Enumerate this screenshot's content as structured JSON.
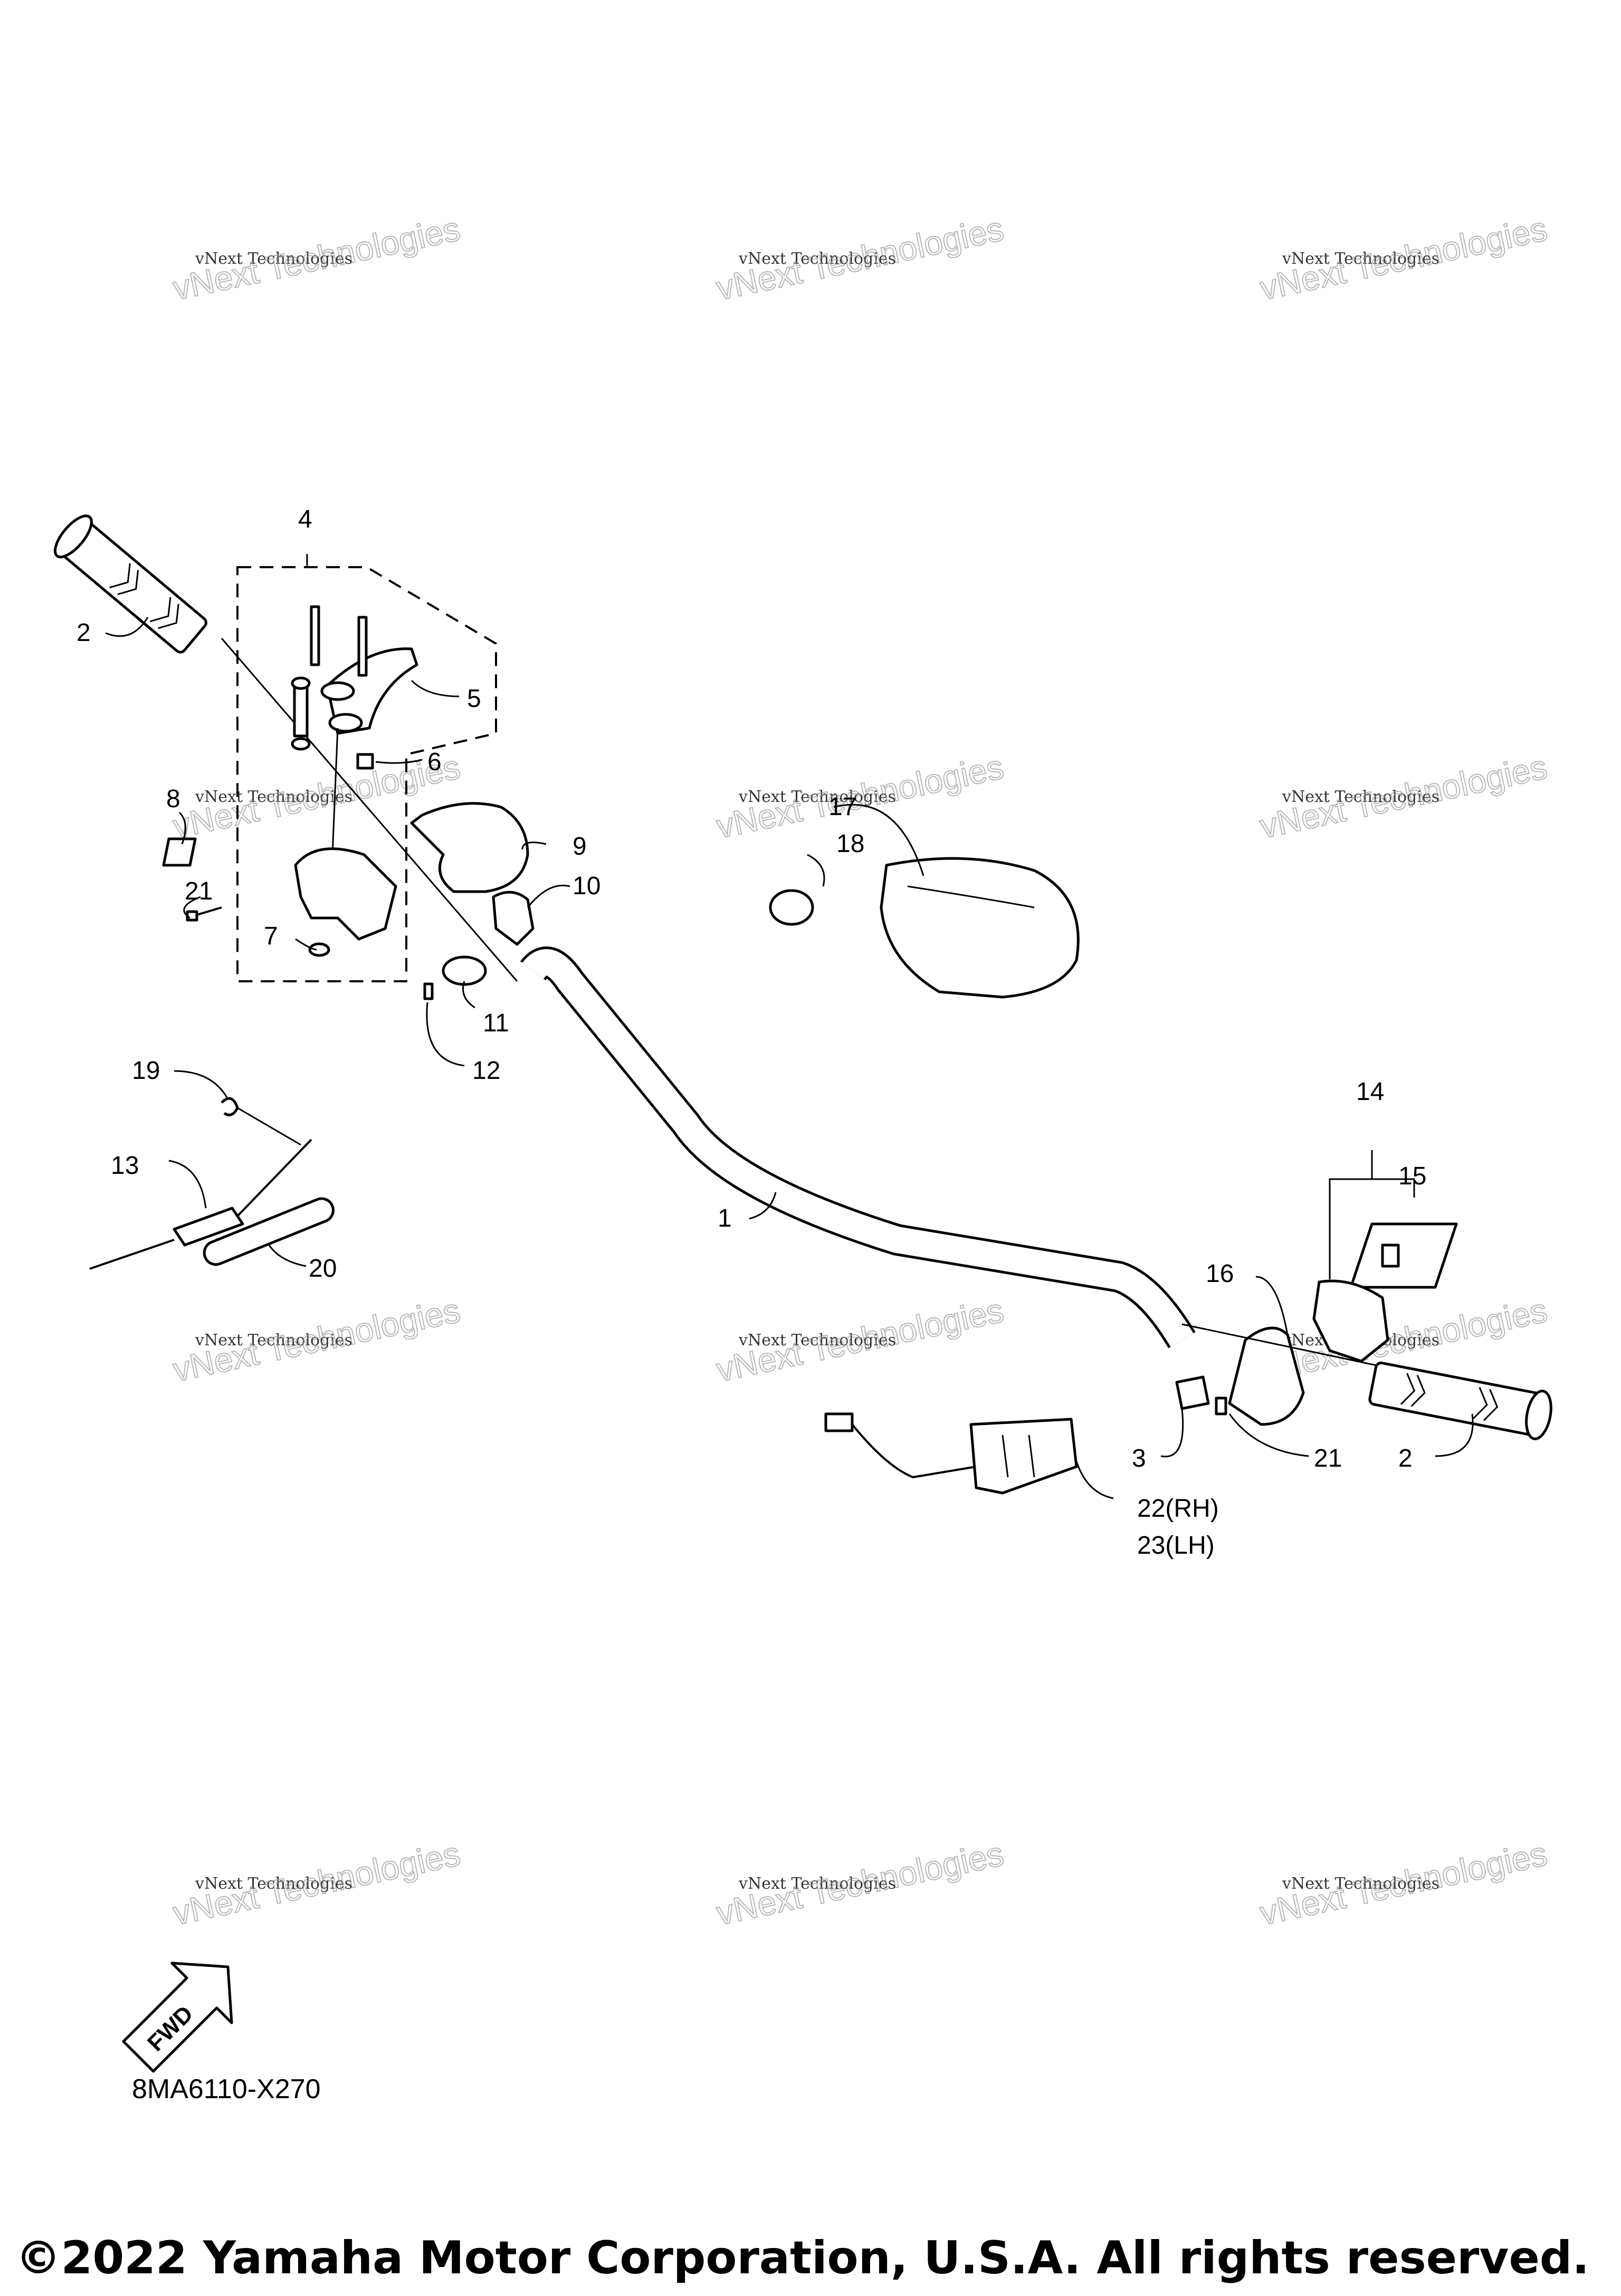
{
  "callouts": [
    "1",
    "2",
    "2",
    "3",
    "4",
    "5",
    "6",
    "7",
    "8",
    "9",
    "10",
    "11",
    "12",
    "13",
    "14",
    "15",
    "16",
    "17",
    "18",
    "19",
    "20",
    "21",
    "21",
    "22(RH)",
    "23(LH)"
  ],
  "watermark": {
    "line1": "vNext Technologies",
    "line2": "vNext Technologies"
  },
  "fwd_label": "FWD",
  "diagram_code": "8MA6110-X270",
  "copyright": "©2022 Yamaha Motor Corporation, U.S.A. All rights reserved."
}
